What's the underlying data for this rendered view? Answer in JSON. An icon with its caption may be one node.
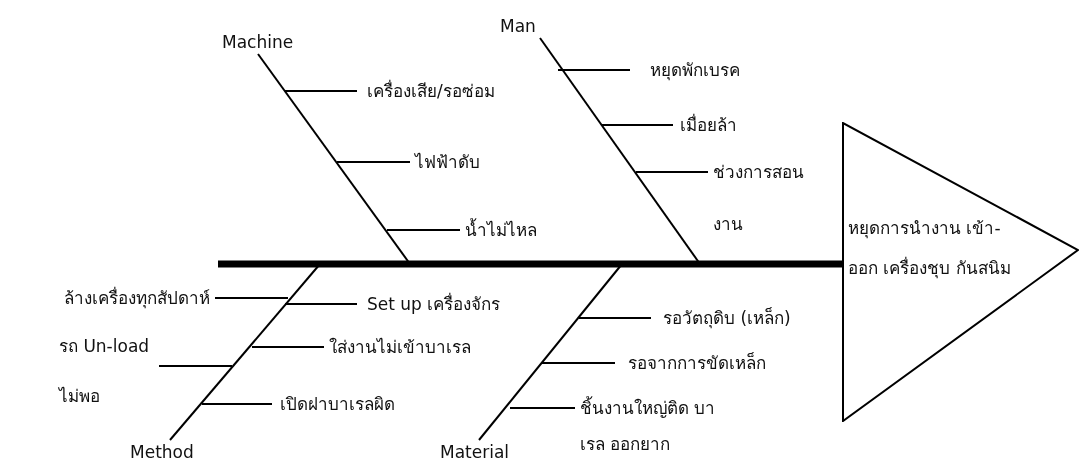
{
  "diagram": {
    "nodes": [
      {
        "text": [
          "Machine"
        ]
      },
      {
        "text": [
          "Man"
        ]
      },
      {
        "text": [
          "หยุดพักเบรค"
        ]
      },
      {
        "text": [
          "เครื่องเสีย/รอซ่อม"
        ]
      },
      {
        "text": [
          "เมื่อยล้า"
        ]
      },
      {
        "text": [
          "ไฟฟ้าดับ"
        ]
      },
      {
        "text": [
          "ช่วงการสอน งาน"
        ]
      },
      {
        "text": [
          "หยุดการนำงาน เข้า-ออก เครื่องชุบ กันสนิม"
        ]
      },
      {
        "text": [
          "น้ำไม่ไหล"
        ]
      },
      {
        "text": [
          "ล้างเครื่องทุกสัปดาห์"
        ]
      },
      {
        "text": [
          "Set up เครื่องจักร"
        ]
      },
      {
        "text": [
          "รอวัตถุดิบ (เหล็ก)"
        ]
      },
      {
        "text": [
          "รถ Un-load ไม่พอ"
        ]
      },
      {
        "text": [
          "ใส่งานไม่เข้าบาเรล"
        ]
      },
      {
        "text": [
          "รอจากการขัดเหล็ก"
        ]
      },
      {
        "text": [
          "เปิดฝาบาเรลผิด"
        ]
      },
      {
        "text": [
          "ชิ้นงานใหญ่ติด บาเรล ออกยาก"
        ]
      },
      {
        "text": [
          "Method"
        ]
      },
      {
        "text": [
          "Material"
        ]
      }
    ],
    "edges": [
      {
        "from": null,
        "to": 7,
        "arrow": "none",
        "style": "thick"
      },
      {
        "from": 0,
        "to": null,
        "arrow": "none"
      },
      {
        "from": 1,
        "to": null,
        "arrow": "none"
      },
      {
        "from": 17,
        "to": null,
        "arrow": "none"
      },
      {
        "from": 18,
        "to": null,
        "arrow": "none"
      },
      {
        "from": 2,
        "to": null,
        "arrow": "none"
      },
      {
        "from": 3,
        "to": null,
        "arrow": "none"
      },
      {
        "from": 4,
        "to": null,
        "arrow": "none"
      },
      {
        "from": 5,
        "to": null,
        "arrow": "none"
      },
      {
        "from": 6,
        "to": null,
        "arrow": "none"
      },
      {
        "from": 8,
        "to": null,
        "arrow": "none"
      },
      {
        "from": 9,
        "to": null,
        "arrow": "none"
      },
      {
        "from": 10,
        "to": null,
        "arrow": "none"
      },
      {
        "from": 11,
        "to": null,
        "arrow": "none"
      },
      {
        "from": 12,
        "to": null,
        "arrow": "none"
      },
      {
        "from": 13,
        "to": null,
        "arrow": "none"
      },
      {
        "from": 14,
        "to": null,
        "arrow": "none"
      },
      {
        "from": 15,
        "to": null,
        "arrow": "none"
      },
      {
        "from": 16,
        "to": null,
        "arrow": "none"
      }
    ]
  }
}
